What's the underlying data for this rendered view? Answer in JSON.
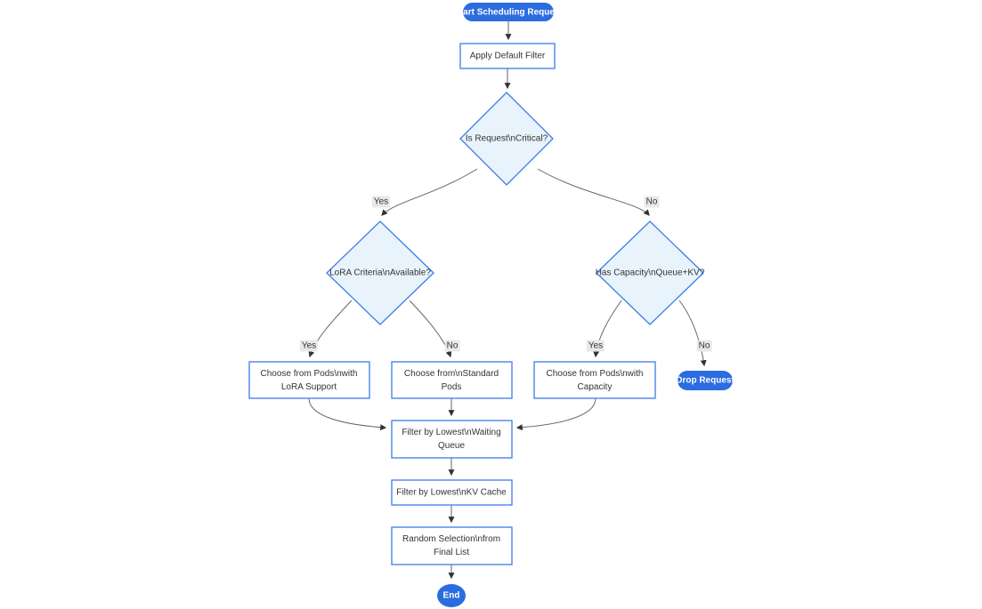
{
  "nodes": {
    "start": {
      "label": "Start Scheduling Request"
    },
    "apply_filter": {
      "lines": [
        "Apply Default Filter"
      ]
    },
    "critical": {
      "lines": [
        "Is Request\\nCritical?"
      ]
    },
    "lora": {
      "lines": [
        "LoRA Criteria\\nAvailable?"
      ]
    },
    "capacity": {
      "lines": [
        "Has Capacity\\nQueue+KV?"
      ]
    },
    "choose_lora": {
      "lines": [
        "Choose from Pods\\nwith",
        "LoRA Support"
      ]
    },
    "choose_standard": {
      "lines": [
        "Choose from\\nStandard",
        "Pods"
      ]
    },
    "choose_capacity": {
      "lines": [
        "Choose from Pods\\nwith",
        "Capacity"
      ]
    },
    "drop": {
      "label": "Drop Request"
    },
    "filter_waiting": {
      "lines": [
        "Filter by Lowest\\nWaiting",
        "Queue"
      ]
    },
    "filter_kv": {
      "lines": [
        "Filter by Lowest\\nKV Cache"
      ]
    },
    "random": {
      "lines": [
        "Random Selection\\nfrom",
        "Final List"
      ]
    },
    "end": {
      "label": "End"
    }
  },
  "edge_labels": {
    "critical_yes": "Yes",
    "critical_no": "No",
    "lora_yes": "Yes",
    "lora_no": "No",
    "capacity_yes": "Yes",
    "capacity_no": "No"
  },
  "colors": {
    "pill_fill": "#2b6ce0",
    "border_blue": "#3c7ce8",
    "decision_fill": "#e9f3fc",
    "box_fill": "#ffffff",
    "edge_stroke": "#666666",
    "arrow_fill": "#333333",
    "label_bg": "#e8e8e8",
    "text_dark": "#333333",
    "text_light": "#ffffff"
  }
}
